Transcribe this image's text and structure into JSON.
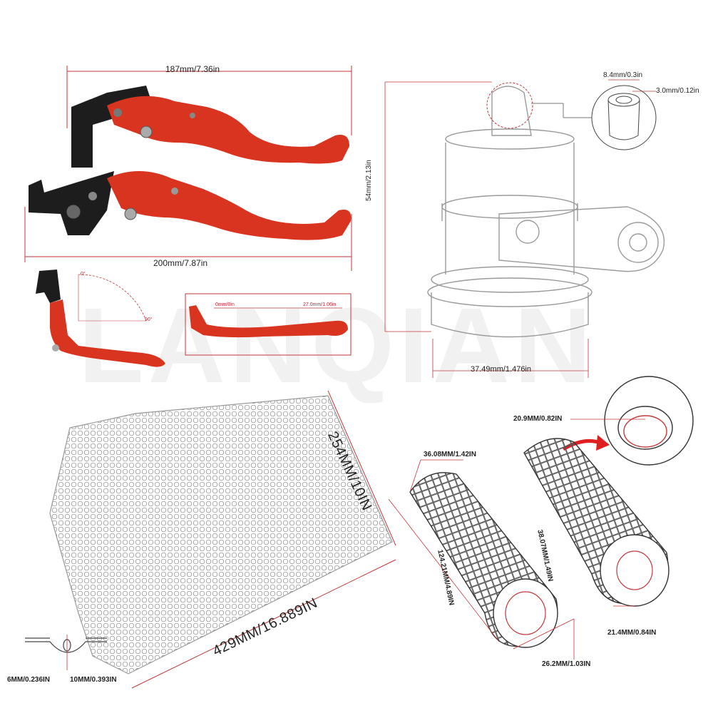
{
  "watermark": "LANQIAN",
  "levers": {
    "short_length": "187mm/7.36in",
    "long_length": "200mm/7.87in",
    "angle_0": "0°",
    "angle_90": "90°",
    "adjust_start": "0mm/0in",
    "adjust_end": "27.0mm/1.06in"
  },
  "reservoir": {
    "top_outer": "8.4mm/0.3in",
    "top_inner": "3.0mm/0.12in",
    "height": "54mm/2.13in",
    "width": "37.49mm/1.476in"
  },
  "grate": {
    "height": "254MM/10IN",
    "width": "429MM/16.889IN",
    "clip_a": "6MM/0.236IN",
    "clip_b": "10MM/0.393IN"
  },
  "grips": {
    "end_inner": "20.9MM/0.82IN",
    "outer_dia": "36.08MM/1.42IN",
    "mid_dia": "38.07MM/1.49IN",
    "length": "124.21MM/4.89IN",
    "bore_left": "26.2MM/1.03IN",
    "bore_right": "21.4MM/0.84IN"
  },
  "colors": {
    "lever_red": "#d8341f",
    "lever_black": "#1d1d1d",
    "dim_red": "#c23a3a",
    "line_grey": "#9a9a9a"
  }
}
